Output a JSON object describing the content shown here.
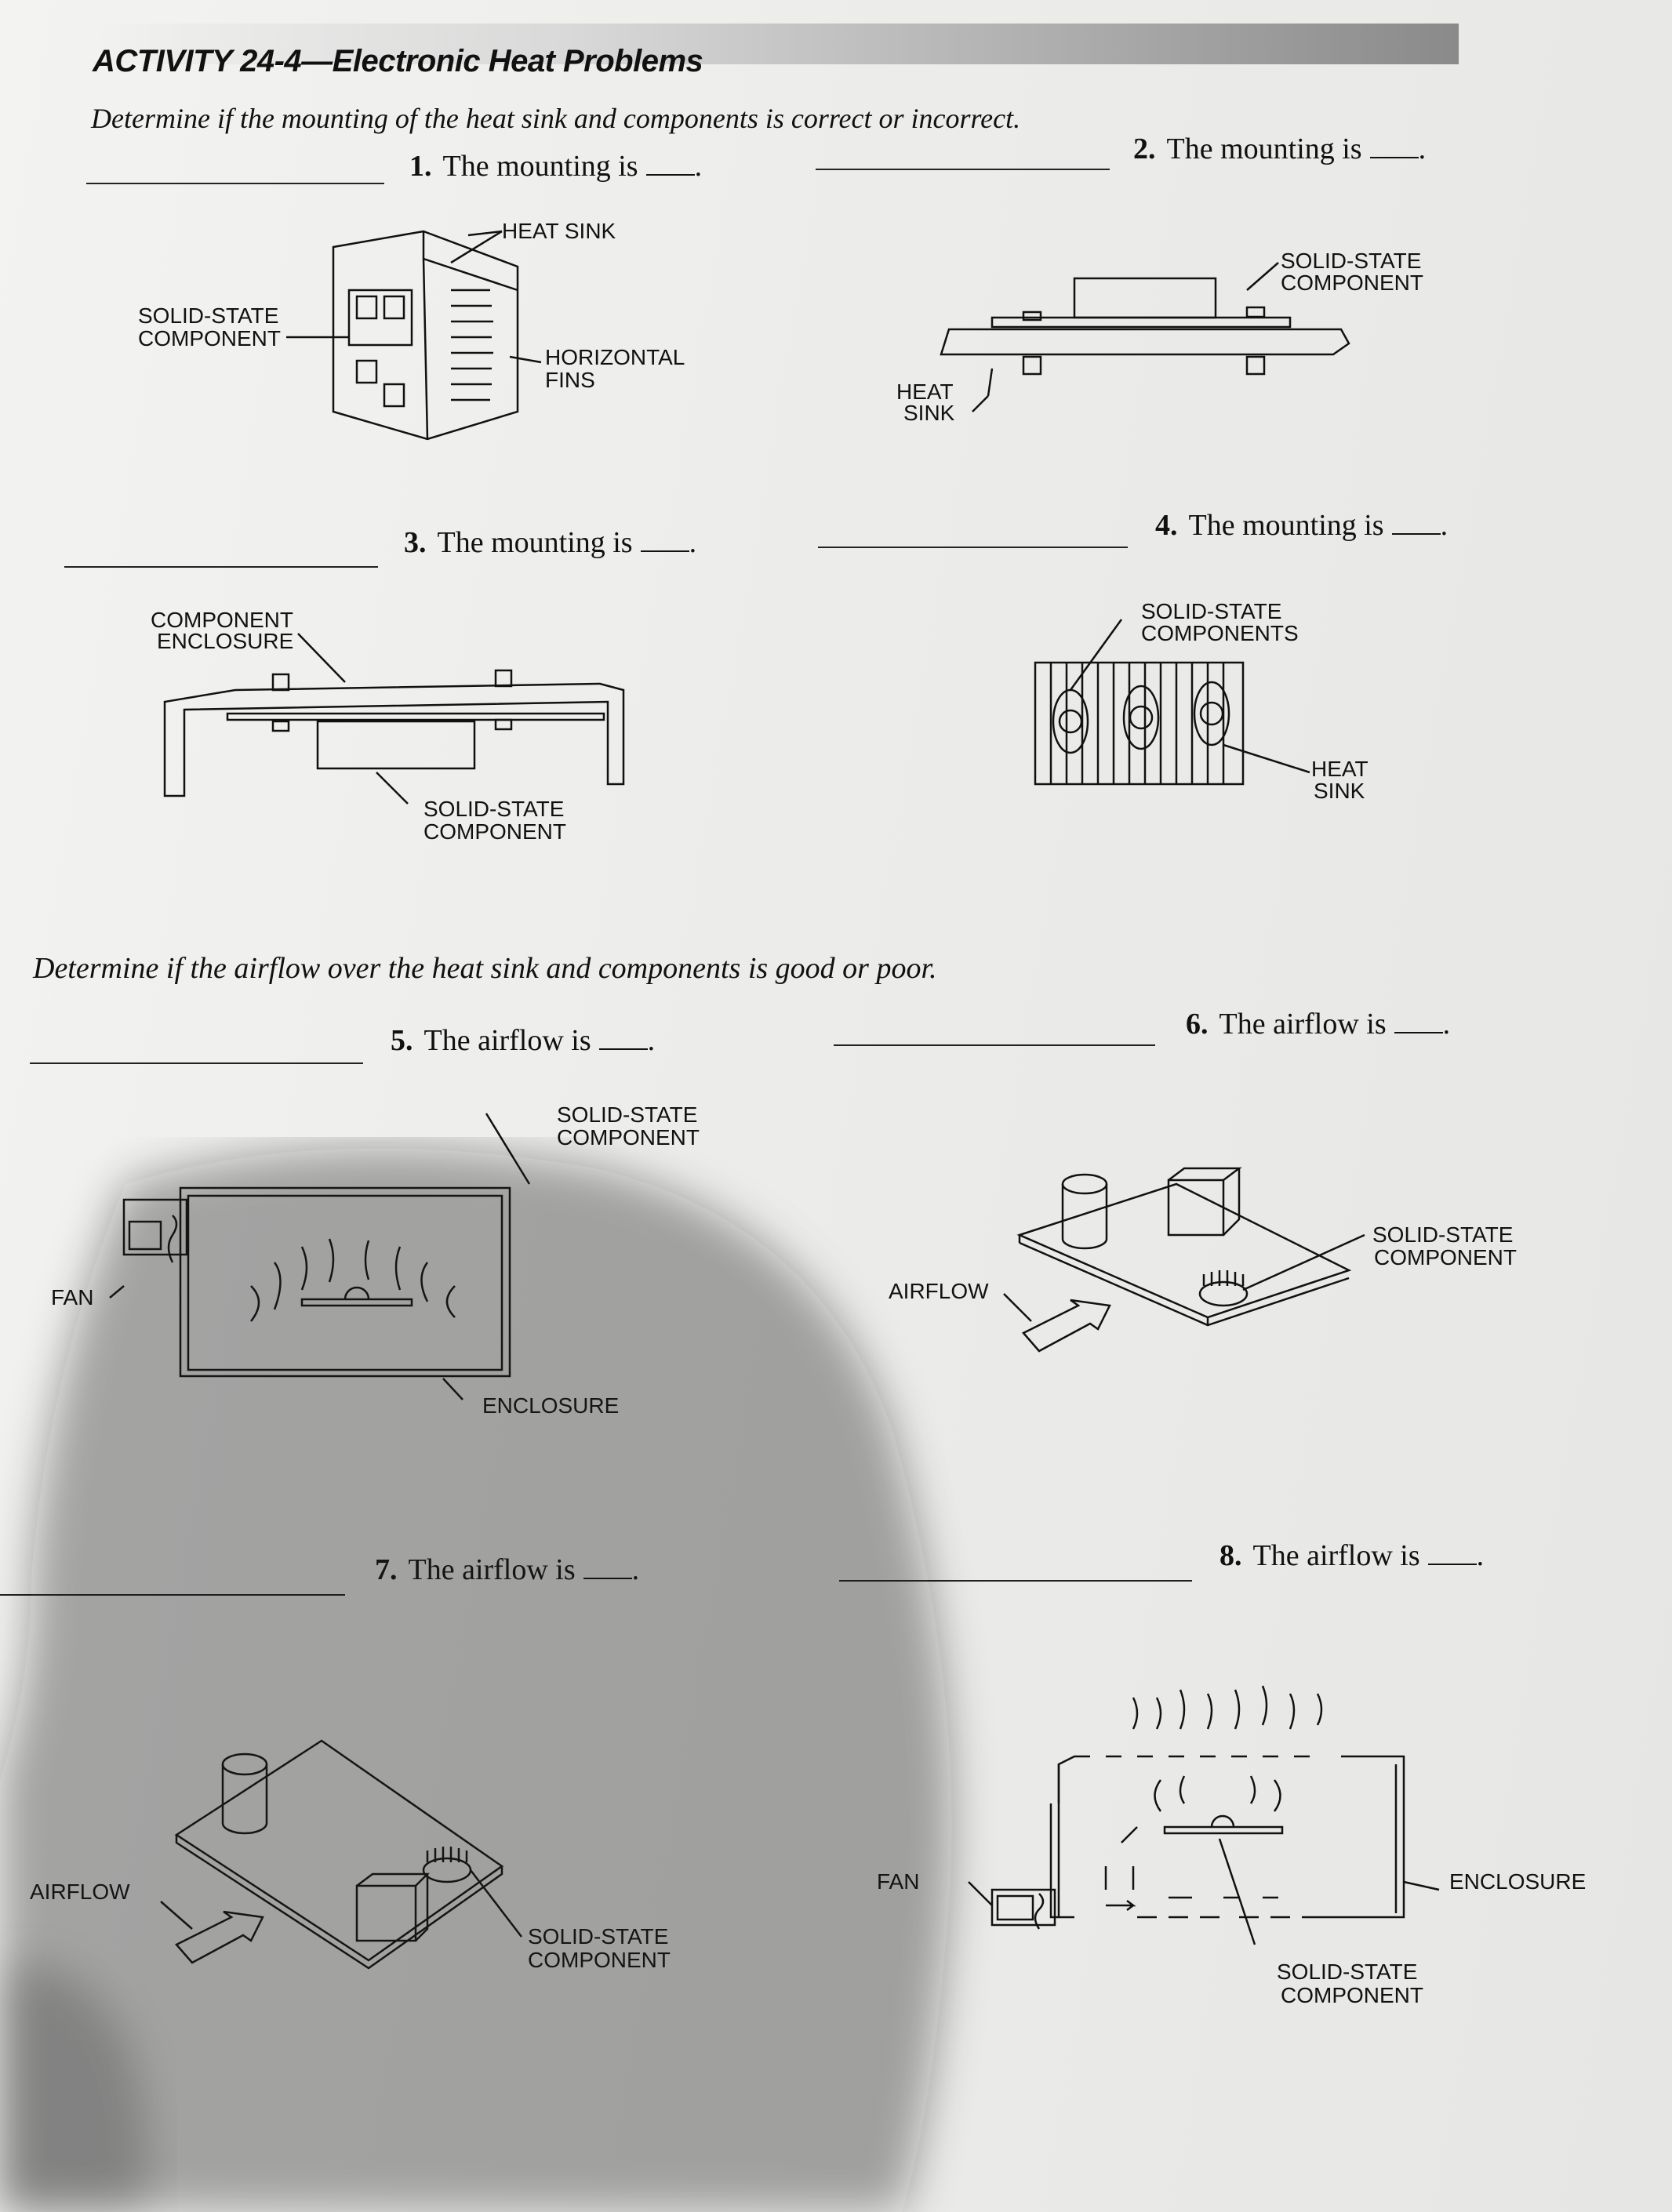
{
  "title": "ACTIVITY 24-4—Electronic Heat Problems",
  "section1": {
    "instruction": "Determine if the mounting of the heat sink and components is correct or incorrect.",
    "questions": [
      {
        "num": "1.",
        "text": "The mounting is",
        "end": "."
      },
      {
        "num": "2.",
        "text": "The mounting is",
        "end": "."
      },
      {
        "num": "3.",
        "text": "The mounting is",
        "end": "."
      },
      {
        "num": "4.",
        "text": "The mounting is",
        "end": "."
      }
    ]
  },
  "section2": {
    "instruction": "Determine if the airflow over the heat sink and components is good or poor.",
    "questions": [
      {
        "num": "5.",
        "text": "The airflow is",
        "end": "."
      },
      {
        "num": "6.",
        "text": "The airflow is",
        "end": "."
      },
      {
        "num": "7.",
        "text": "The airflow is",
        "end": "."
      },
      {
        "num": "8.",
        "text": "The airflow is",
        "end": "."
      }
    ]
  },
  "labels": {
    "fig1": {
      "heat_sink": "HEAT SINK",
      "component_l1": "SOLID-STATE",
      "component_l2": "COMPONENT",
      "fins_l1": "HORIZONTAL",
      "fins_l2": "FINS"
    },
    "fig2": {
      "component_l1": "SOLID-STATE",
      "component_l2": "COMPONENT",
      "heat_sink_l1": "HEAT",
      "heat_sink_l2": "SINK"
    },
    "fig3": {
      "enclosure_l1": "COMPONENT",
      "enclosure_l2": "ENCLOSURE",
      "component_l1": "SOLID-STATE",
      "component_l2": "COMPONENT"
    },
    "fig4": {
      "components_l1": "SOLID-STATE",
      "components_l2": "COMPONENTS",
      "heat_sink_l1": "HEAT",
      "heat_sink_l2": "SINK"
    },
    "fig5": {
      "component_l1": "SOLID-STATE",
      "component_l2": "COMPONENT",
      "fan": "FAN",
      "enclosure": "ENCLOSURE"
    },
    "fig6": {
      "airflow": "AIRFLOW",
      "component_l1": "SOLID-STATE",
      "component_l2": "COMPONENT"
    },
    "fig7": {
      "airflow": "AIRFLOW",
      "component_l1": "SOLID-STATE",
      "component_l2": "COMPONENT"
    },
    "fig8": {
      "fan": "FAN",
      "enclosure": "ENCLOSURE",
      "component_l1": "SOLID-STATE",
      "component_l2": "COMPONENT"
    }
  }
}
